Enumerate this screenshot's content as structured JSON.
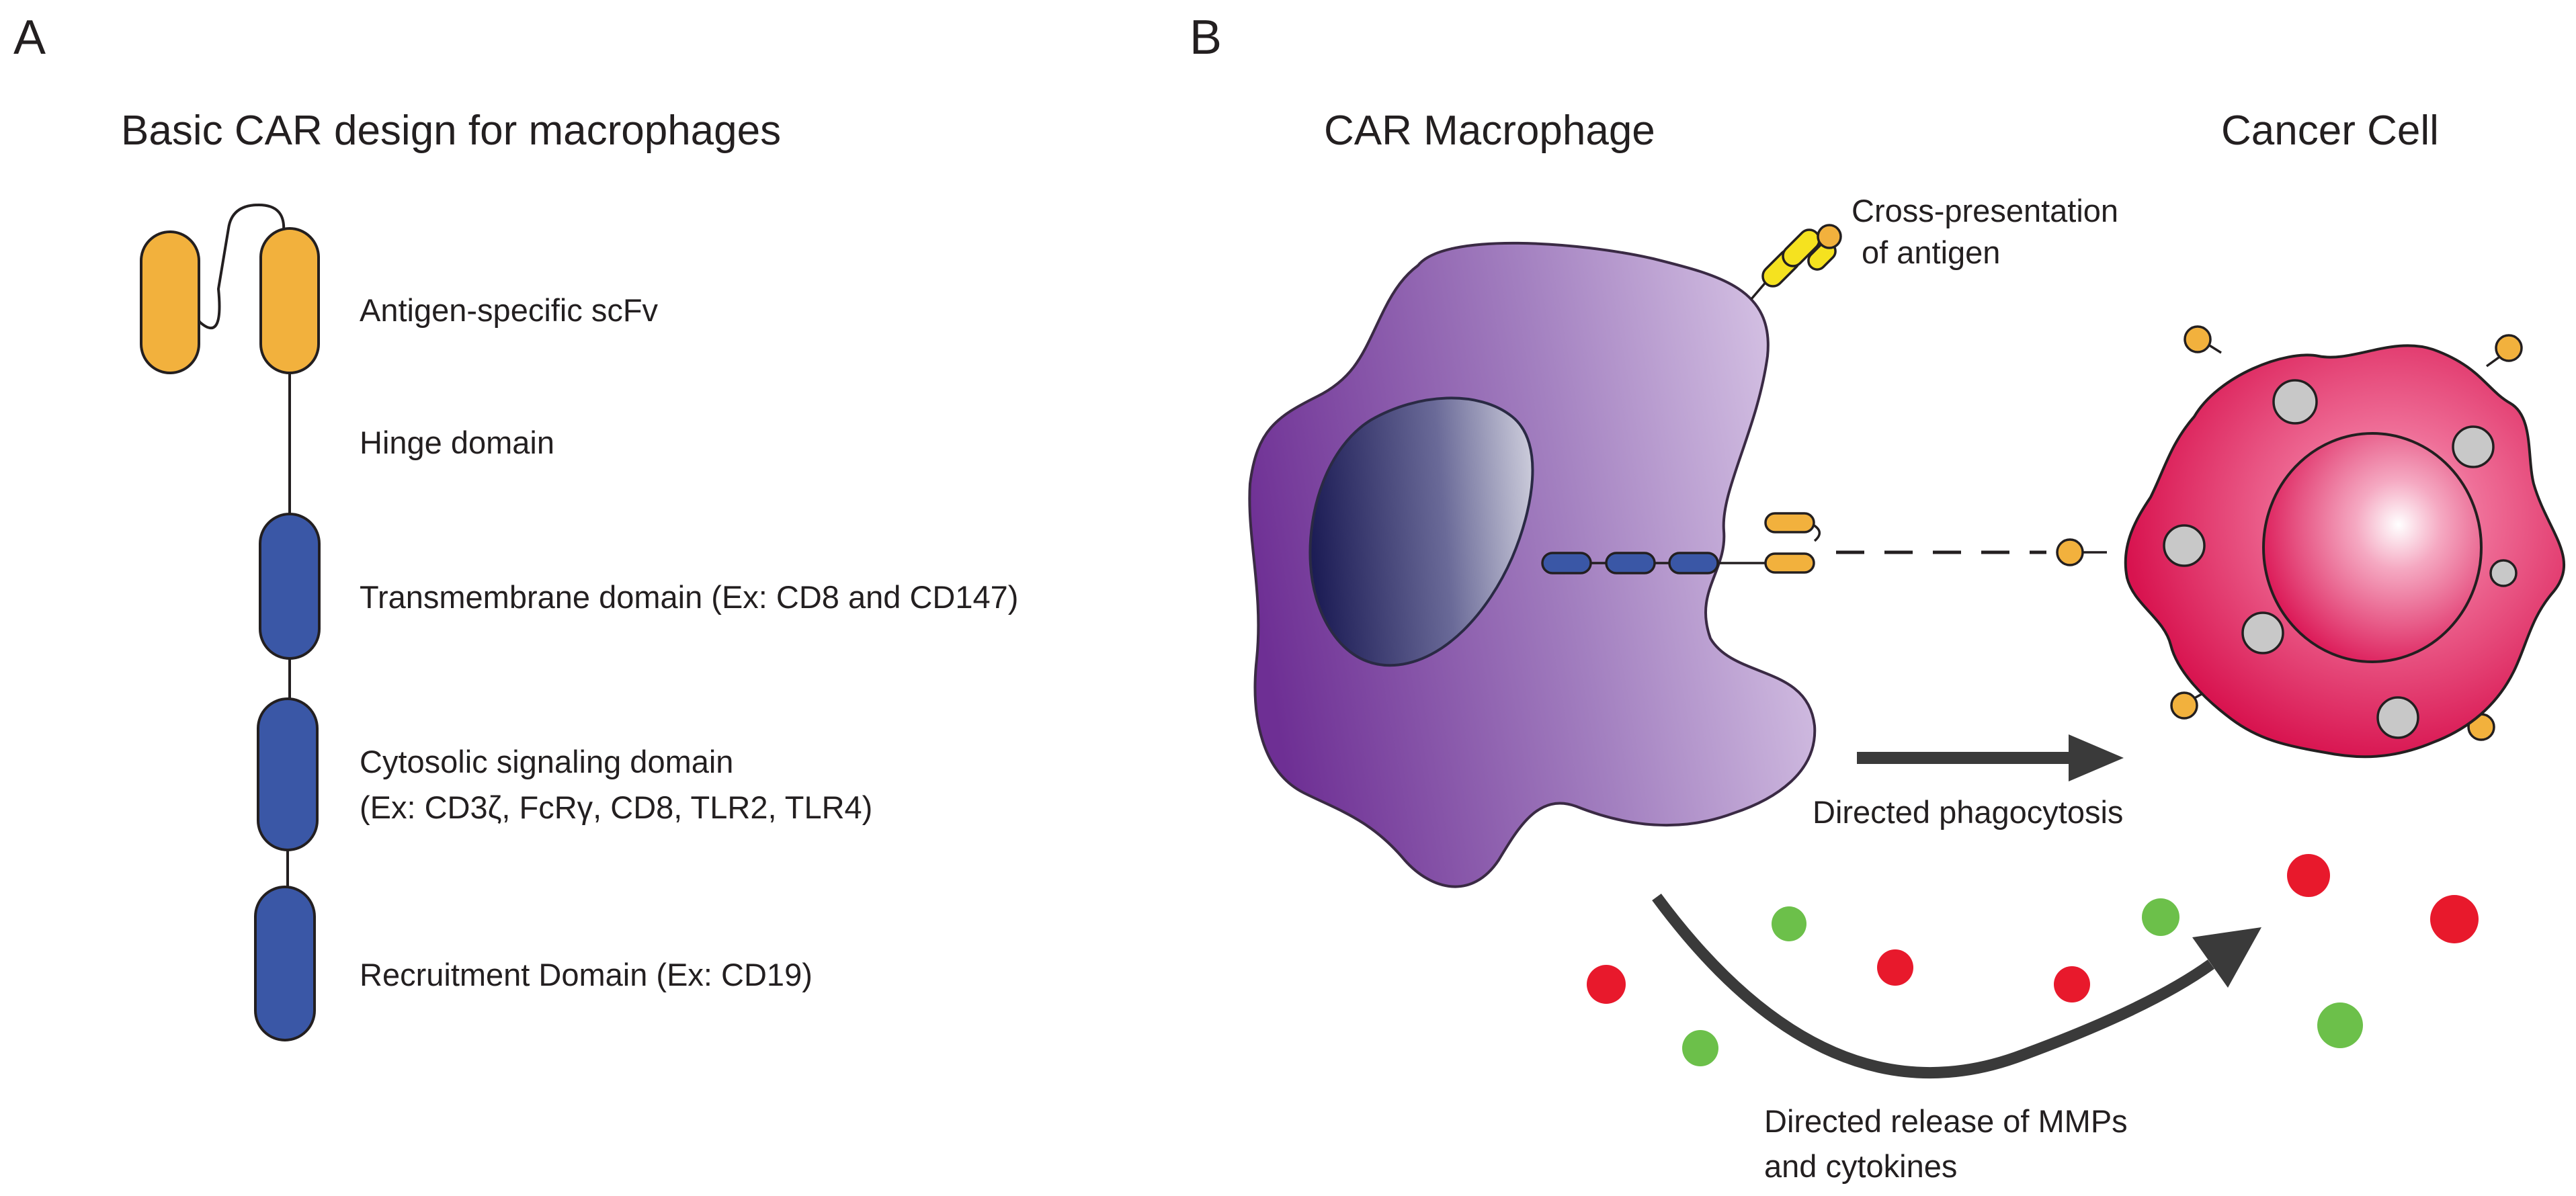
{
  "panel_a": {
    "letter": "A",
    "title": "Basic CAR design for macrophages",
    "labels": {
      "scfv": "Antigen-specific scFv",
      "hinge": "Hinge domain",
      "transmembrane": "Transmembrane domain (Ex: CD8 and CD147)",
      "cytosolic_line1": "Cytosolic signaling domain",
      "cytosolic_line2": "(Ex: CD3ζ, FcRγ, CD8, TLR2, TLR4)",
      "recruitment": "Recruitment Domain (Ex: CD19)"
    }
  },
  "panel_b": {
    "letter": "B",
    "macrophage_title": "CAR Macrophage",
    "cancer_title": "Cancer Cell",
    "cross_presentation_line1": "Cross-presentation",
    "cross_presentation_line2": "of antigen",
    "phagocytosis": "Directed phagocytosis",
    "release_line1": "Directed release of MMPs",
    "release_line2": "and cytokines"
  },
  "colors": {
    "scfv_orange": "#f2b13d",
    "domain_blue": "#3a57a6",
    "antigen_yellow": "#f5e21f",
    "macrophage_purple": "#7a3a9a",
    "cancer_pink": "#e0195d",
    "mmp_red": "#e8192c",
    "cytokine_green": "#6cc04a",
    "arrow_gray": "#3a3a3a"
  }
}
